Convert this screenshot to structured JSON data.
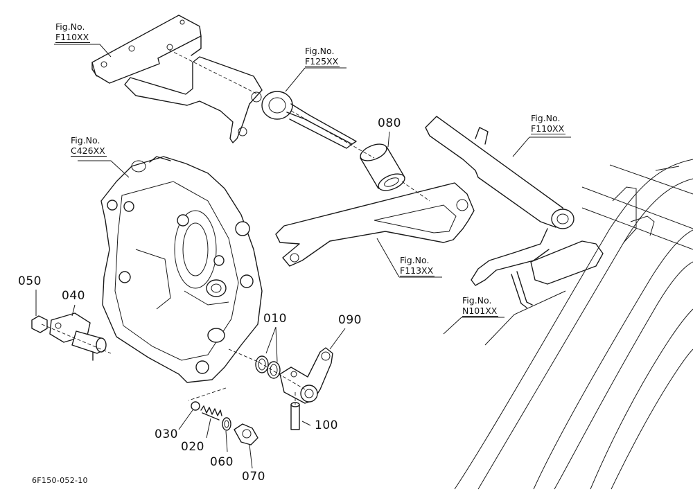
{
  "figure_refs": [
    {
      "id": "ref_f110_top",
      "line1": "Fig.No.",
      "line2": "F110XX"
    },
    {
      "id": "ref_f125",
      "line1": "Fig.No.",
      "line2": "F125XX"
    },
    {
      "id": "ref_c426",
      "line1": "Fig.No.",
      "line2": "C426XX"
    },
    {
      "id": "ref_f110_right",
      "line1": "Fig.No.",
      "line2": "F110XX"
    },
    {
      "id": "ref_f113",
      "line1": "Fig.No.",
      "line2": "F113XX"
    },
    {
      "id": "ref_n101",
      "line1": "Fig.No.",
      "line2": "N101XX"
    }
  ],
  "part_numbers": [
    "080",
    "050",
    "040",
    "010",
    "090",
    "030",
    "020",
    "060",
    "070",
    "100"
  ],
  "drawing_code": "6F150-052-10"
}
